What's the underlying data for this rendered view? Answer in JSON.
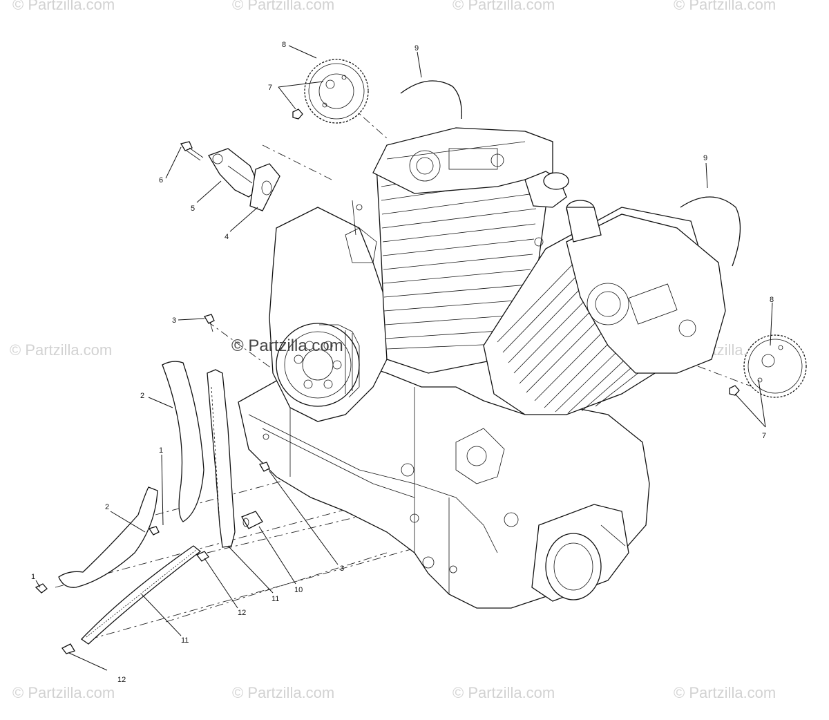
{
  "watermark": {
    "text": "© Partzilla.com"
  },
  "callouts": {
    "c1a": "1",
    "c1b": "1",
    "c2a": "2",
    "c2b": "2",
    "c3a": "3",
    "c3b": "3",
    "c4": "4",
    "c5": "5",
    "c6": "6",
    "c7a": "7",
    "c7b": "7",
    "c8a": "8",
    "c8b": "8",
    "c9a": "9",
    "c9b": "9",
    "c10": "10",
    "c11a": "11",
    "c11b": "11",
    "c12a": "12",
    "c12b": "12"
  }
}
